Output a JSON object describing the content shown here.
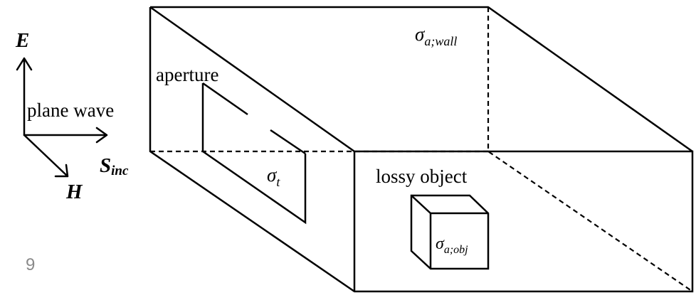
{
  "incident_wave": {
    "e_field": "E",
    "label": "plane wave",
    "poynting_main": "S",
    "poynting_sub": "inc",
    "h_field": "H"
  },
  "labels": {
    "aperture": "aperture",
    "wall_sigma": "σ",
    "wall_sub": "a;wall",
    "aperture_sigma": "σ",
    "aperture_sub": "t",
    "lossy_object": "lossy object",
    "object_sigma": "σ",
    "object_sub": "a;obj"
  },
  "slide_number": "9"
}
